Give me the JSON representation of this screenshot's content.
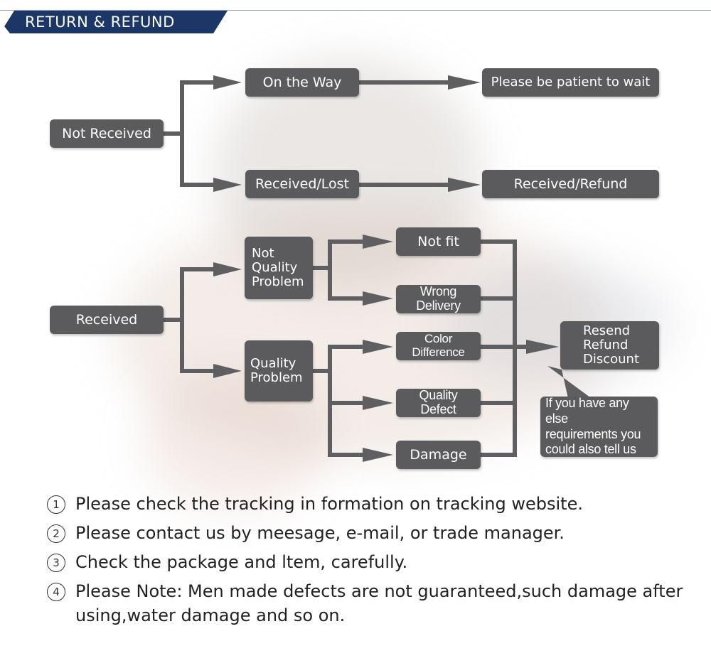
{
  "header": {
    "title": "RETURN & REFUND",
    "accent": "#1c3668"
  },
  "flow": {
    "not_received": "Not Received",
    "on_the_way": "On the Way",
    "patient_wait": "Please be patient to wait",
    "received_lost": "Received/Lost",
    "received_refund": "Received/Refund",
    "received": "Received",
    "not_quality_problem": [
      "Not",
      "Quality",
      "Problem"
    ],
    "quality_problem": [
      "Quality",
      "Problem"
    ],
    "not_fit": "Not fit",
    "wrong_delivery": "Wrong Delivery",
    "color_difference": "Color Difference",
    "quality_defect": "Quality Defect",
    "damage": "Damage",
    "outcome": [
      "Resend",
      "Refund",
      "Discount"
    ],
    "else_note": [
      "If you have any else",
      "requirements you",
      "could also tell us"
    ]
  },
  "notes": [
    {
      "num": "1",
      "text": "Please check the tracking in formation on tracking website."
    },
    {
      "num": "2",
      "text": "Please contact us by meesage, e-mail, or trade manager."
    },
    {
      "num": "3",
      "text": "Check the package and ltem, carefully."
    },
    {
      "num": "4",
      "text": "Please Note: Men made defects  are not guaranteed,such damage after using,water damage and so on."
    }
  ],
  "colors": {
    "box": "#5b5b5d",
    "line": "#5f5f61",
    "text": "#222222"
  }
}
